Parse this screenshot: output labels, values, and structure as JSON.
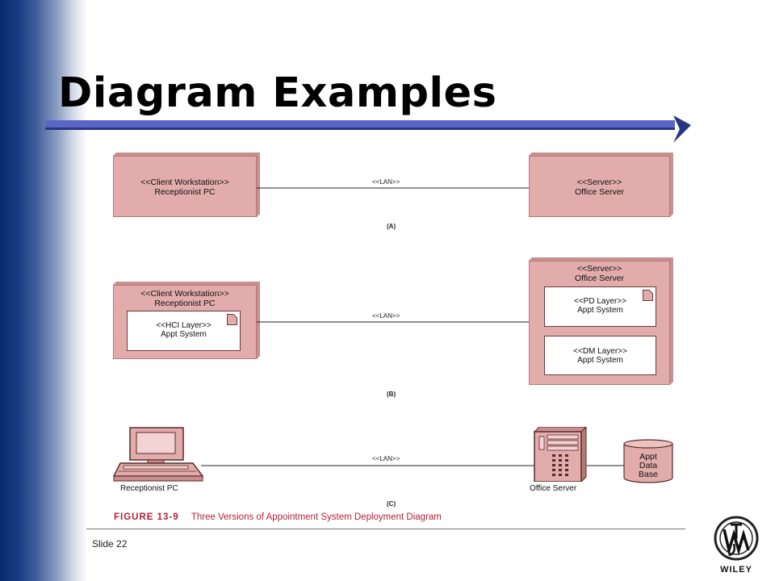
{
  "slide": {
    "title": "Diagram Examples",
    "slide_number": "Slide  22"
  },
  "diagram": {
    "a": {
      "client": {
        "stereotype": "<<Client Workstation>>",
        "name": "Receptionist PC"
      },
      "link": "<<LAN>>",
      "server": {
        "stereotype": "<<Server>>",
        "name": "Office Server"
      },
      "caption": "(A)"
    },
    "b": {
      "client": {
        "stereotype": "<<Client Workstation>>",
        "name": "Receptionist PC",
        "component": {
          "stereotype": "<<HCI Layer>>",
          "name": "Appt System"
        }
      },
      "link": "<<LAN>>",
      "server": {
        "stereotype": "<<Server>>",
        "name": "Office Server",
        "components": [
          {
            "stereotype": "<<PD Layer>>",
            "name": "Appt System"
          },
          {
            "stereotype": "<<DM Layer>>",
            "name": "Appt System"
          }
        ]
      },
      "caption": "(B)"
    },
    "c": {
      "client_label": "Receptionist PC",
      "link": "<<LAN>>",
      "server_label": "Office Server",
      "database": {
        "line1": "Appt",
        "line2": "Data",
        "line3": "Base"
      },
      "caption": "(C)"
    },
    "figure_caption": {
      "number": "FIGURE 13-9",
      "text": "Three Versions of Appointment System Deployment Diagram"
    },
    "colors": {
      "node_fill": "#e1acab",
      "node_side": "#c88f8e",
      "node_border": "#8b4c4c",
      "caption_red": "#b51f3a",
      "accent_blue": "#5865c3"
    }
  },
  "logo": {
    "wordmark": "WILEY"
  }
}
